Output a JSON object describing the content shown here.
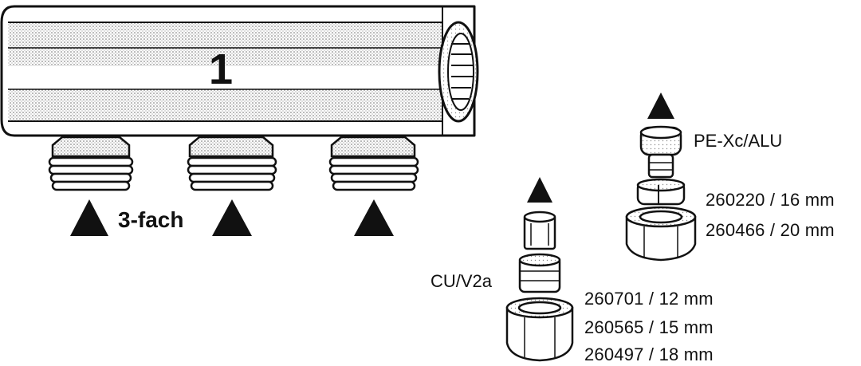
{
  "manifold": {
    "number": "1",
    "variant": "3-fach"
  },
  "fittings": {
    "pex": {
      "material": "PE-Xc/ALU",
      "rows": [
        {
          "code": "260220",
          "size": "16 mm"
        },
        {
          "code": "260466",
          "size": "20 mm"
        }
      ]
    },
    "cu": {
      "material": "CU/V2a",
      "rows": [
        {
          "code": "260701",
          "size": "12 mm"
        },
        {
          "code": "260565",
          "size": "15 mm"
        },
        {
          "code": "260497",
          "size": "18 mm"
        }
      ]
    }
  },
  "colors": {
    "ink": "#111111",
    "stipple": "#bdbdbd",
    "paper": "#ffffff"
  }
}
